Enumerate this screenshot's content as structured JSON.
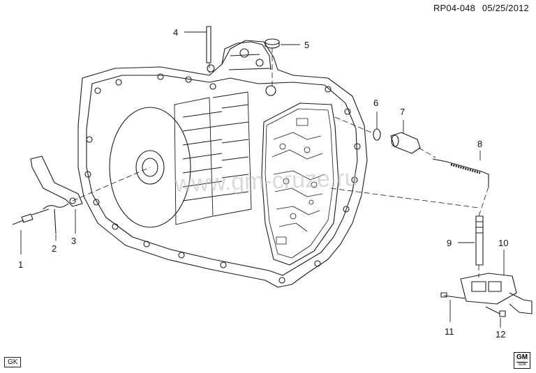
{
  "header": {
    "ref": "RP04-048",
    "date": "05/25/2012"
  },
  "watermark": "www.gm-cruze.ru",
  "callouts": [
    "1",
    "2",
    "3",
    "4",
    "5",
    "6",
    "7",
    "8",
    "9",
    "10",
    "11",
    "12"
  ],
  "footer": {
    "left_badge": "GK",
    "logo_main": "GM",
    "logo_sub": "GOA"
  },
  "colors": {
    "line": "#1a1a1a",
    "watermark": "#bdbdbd"
  }
}
